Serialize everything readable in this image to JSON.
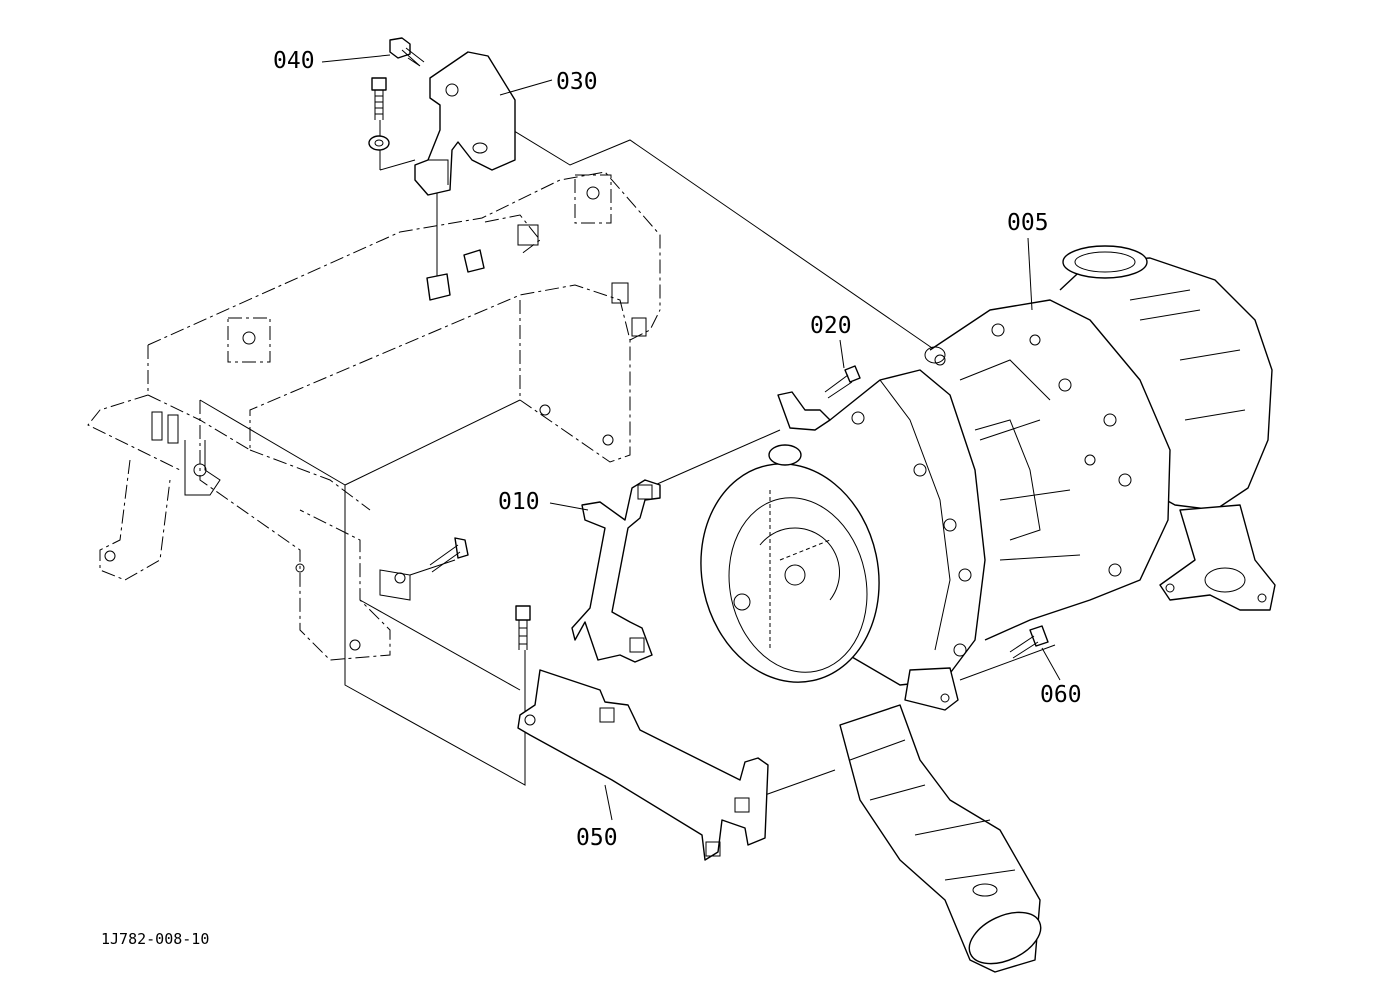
{
  "diagram": {
    "drawing_number": "1J782-008-10",
    "parts": [
      {
        "id": "p005",
        "label": "005"
      },
      {
        "id": "p010",
        "label": "010"
      },
      {
        "id": "p020",
        "label": "020"
      },
      {
        "id": "p030",
        "label": "030"
      },
      {
        "id": "p040",
        "label": "040"
      },
      {
        "id": "p050",
        "label": "050"
      },
      {
        "id": "p060",
        "label": "060"
      }
    ]
  }
}
